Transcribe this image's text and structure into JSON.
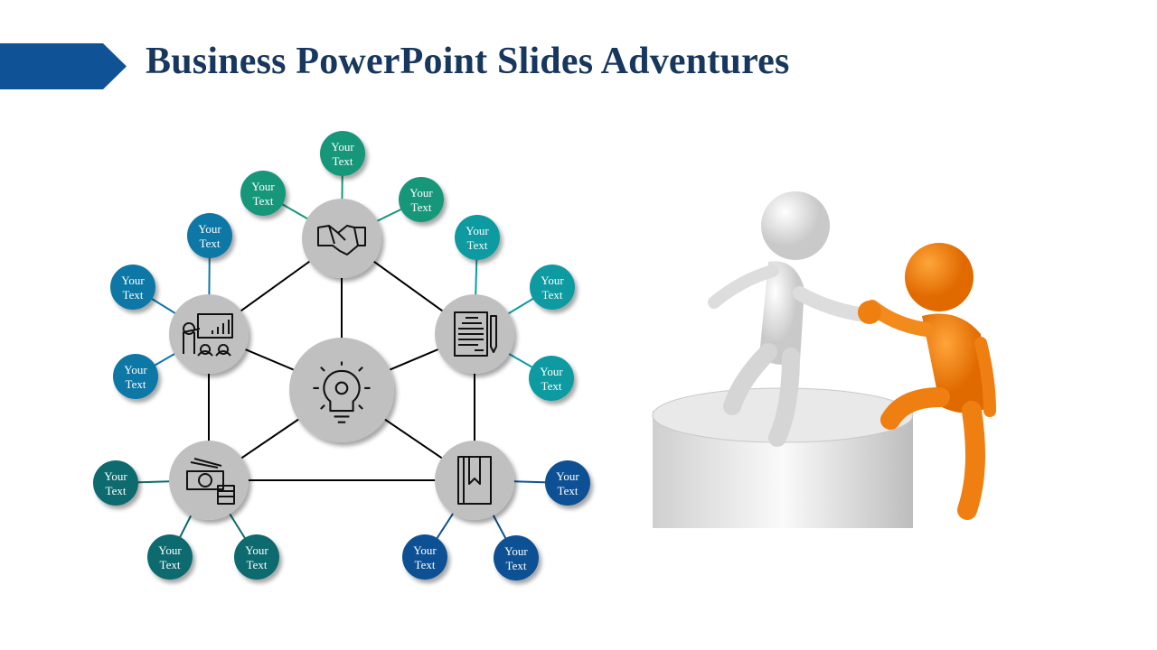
{
  "title": "Business PowerPoint Slides Adventures",
  "colors": {
    "banner": "#0F5296",
    "title": "#17375E",
    "hub": "#C0C0C0",
    "green": "#13977A",
    "blue": "#0E77A6",
    "teal": "#0E9AA0",
    "dark_teal": "#0D6B6E",
    "navy": "#0E5194"
  },
  "diagram": {
    "center": {
      "icon": "lightbulb-gear-icon"
    },
    "hubs": [
      {
        "id": "top",
        "icon": "handshake-icon",
        "color": "green",
        "labels": [
          [
            "Your",
            "Text"
          ],
          [
            "Your",
            "Text"
          ],
          [
            "Your",
            "Text"
          ]
        ]
      },
      {
        "id": "left",
        "icon": "presentation-icon",
        "color": "blue",
        "labels": [
          [
            "Your",
            "Text"
          ],
          [
            "Your",
            "Text"
          ],
          [
            "Your",
            "Text"
          ]
        ]
      },
      {
        "id": "right",
        "icon": "document-pen-icon",
        "color": "teal",
        "labels": [
          [
            "Your",
            "Text"
          ],
          [
            "Your",
            "Text"
          ],
          [
            "Your",
            "Text"
          ]
        ]
      },
      {
        "id": "bottom-left",
        "icon": "money-icon",
        "color": "dark_teal",
        "labels": [
          [
            "Your",
            "Text"
          ],
          [
            "Your",
            "Text"
          ],
          [
            "Your",
            "Text"
          ]
        ]
      },
      {
        "id": "bottom-right",
        "icon": "book-icon",
        "color": "navy",
        "labels": [
          [
            "Your",
            "Text"
          ],
          [
            "Your",
            "Text"
          ],
          [
            "Your",
            "Text"
          ]
        ]
      }
    ]
  },
  "illustration": {
    "icon": "helping-hand-figures-icon"
  }
}
